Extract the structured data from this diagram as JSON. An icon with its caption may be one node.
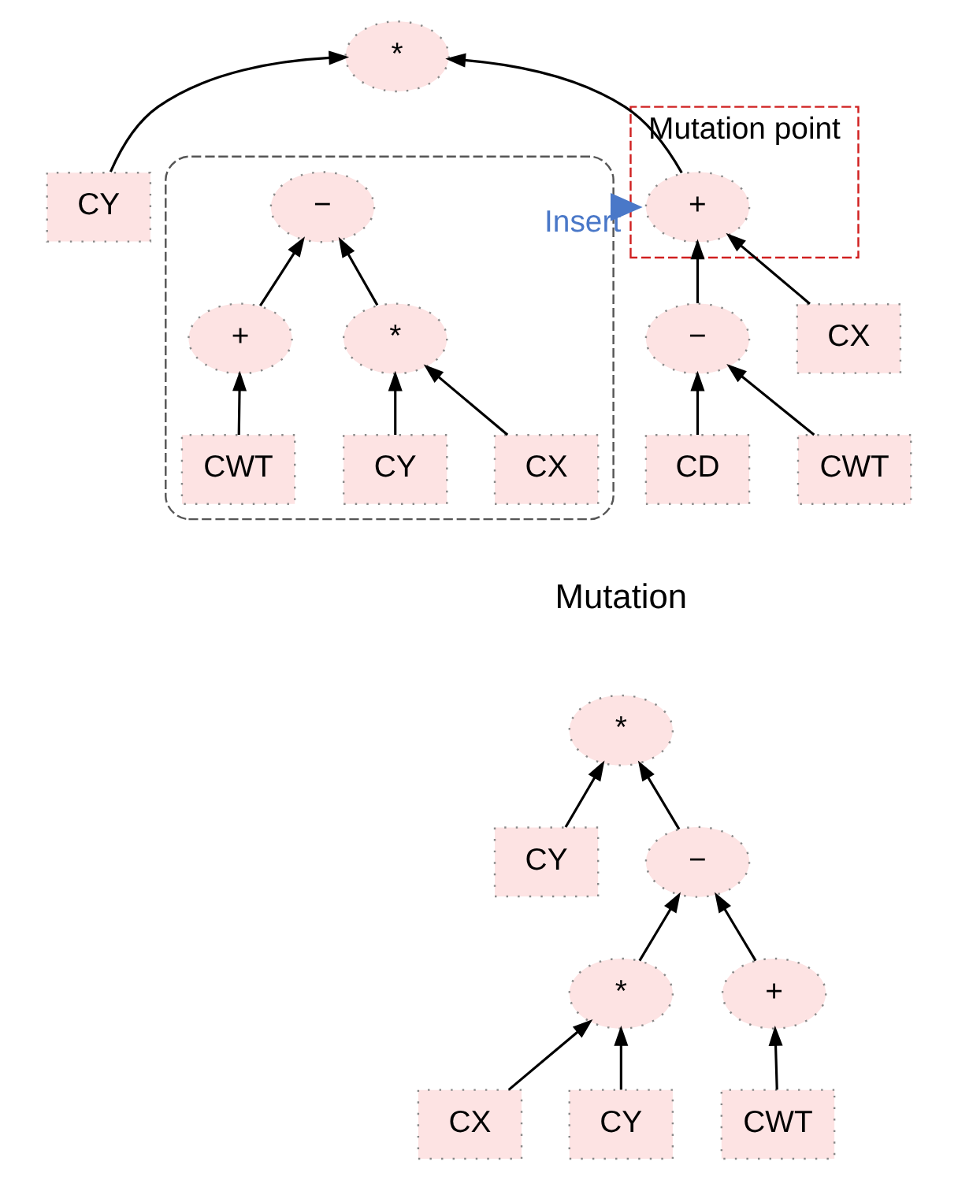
{
  "diagram": {
    "nodes": [
      {
        "text": [
          "*"
        ]
      },
      {
        "text": [
          "CY"
        ]
      },
      {
        "text": [
          "Mutation point"
        ]
      },
      {
        "text": [
          "+"
        ],
        "in": 2
      },
      {
        "text": [
          "−"
        ]
      },
      {
        "text": [
          "CX"
        ]
      },
      {
        "text": [
          "CD"
        ]
      },
      {
        "text": [
          "CWT"
        ]
      },
      {
        "text": [],
        "shape": "box"
      },
      {
        "text": [
          "−"
        ],
        "in": 8
      },
      {
        "text": [
          "*"
        ],
        "in": 8
      },
      {
        "text": [
          "+"
        ],
        "in": 8
      },
      {
        "text": [
          "CX"
        ],
        "in": 8
      },
      {
        "text": [
          "CY"
        ],
        "in": 8
      },
      {
        "text": [
          "CWT"
        ],
        "in": 8
      },
      {
        "text": [
          "*"
        ]
      },
      {
        "text": [
          "CY"
        ]
      },
      {
        "text": [
          "−"
        ]
      },
      {
        "text": [
          "*"
        ]
      },
      {
        "text": [
          "+"
        ]
      },
      {
        "text": [
          "CX"
        ]
      },
      {
        "text": [
          "CY"
        ]
      },
      {
        "text": [
          "CWT"
        ]
      }
    ],
    "edges": [
      {
        "from": 1,
        "to": 0,
        "arrow": "to"
      },
      {
        "from": 3,
        "to": 0,
        "arrow": "to"
      },
      {
        "from": 4,
        "to": 3,
        "arrow": "to"
      },
      {
        "from": 5,
        "to": 3,
        "arrow": "to"
      },
      {
        "from": 6,
        "to": 4,
        "arrow": "to"
      },
      {
        "from": 7,
        "to": 4,
        "arrow": "to"
      },
      {
        "from": 8,
        "to": 2,
        "arrow": "to",
        "label": "Insert",
        "style": "thick",
        "color": "#4a78c8"
      },
      {
        "from": 10,
        "to": 9,
        "arrow": "to"
      },
      {
        "from": 11,
        "to": 9,
        "arrow": "to"
      },
      {
        "from": 12,
        "to": 10,
        "arrow": "to"
      },
      {
        "from": 13,
        "to": 10,
        "arrow": "to"
      },
      {
        "from": 14,
        "to": 11,
        "arrow": "to"
      },
      {
        "from": 16,
        "to": 15,
        "arrow": "to"
      },
      {
        "from": 17,
        "to": 15,
        "arrow": "to"
      },
      {
        "from": 18,
        "to": 17,
        "arrow": "to"
      },
      {
        "from": 19,
        "to": 17,
        "arrow": "to"
      },
      {
        "from": 20,
        "to": 18,
        "arrow": "to"
      },
      {
        "from": 21,
        "to": 18,
        "arrow": "to"
      },
      {
        "from": 22,
        "to": 19,
        "arrow": "to"
      }
    ],
    "labels": [
      "Mutation"
    ]
  }
}
